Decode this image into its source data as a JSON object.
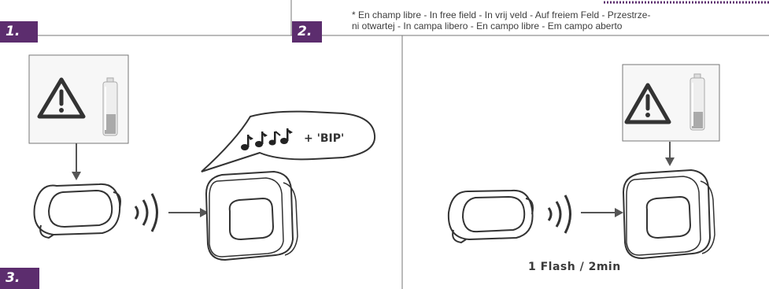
{
  "steps": {
    "step1": "1.",
    "step2": "2.",
    "step3": "3."
  },
  "note": {
    "line1": "* En champ libre - In free field - In vrij veld - Auf freiem Feld - Przestrze-",
    "line2": "ni otwartej - In campa libero - En campo libre - Em campo aberto"
  },
  "speech": {
    "bip_label": "+ 'BIP'"
  },
  "status": {
    "flash_label": "1 Flash / 2min"
  },
  "colors": {
    "step_badge": "#5c2d6e",
    "accent_dots": "#5c2d6e",
    "line": "#555555"
  },
  "icons": [
    "warning-icon",
    "battery-icon",
    "sensor-icon",
    "signal-waves-icon",
    "receiver-icon",
    "music-notes-icon"
  ]
}
